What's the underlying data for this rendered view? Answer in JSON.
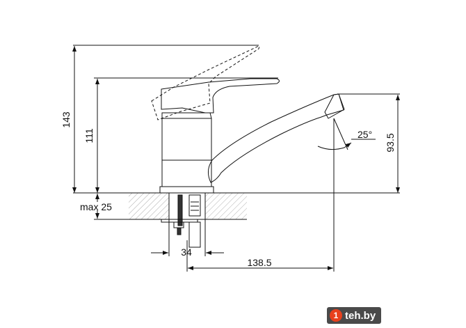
{
  "dimensions": {
    "total_height": "143",
    "body_height": "111",
    "spout_height": "93.5",
    "max_counter_thickness": "max 25",
    "mount_diameter": "34",
    "spout_reach": "138.5",
    "spout_angle": "25°"
  },
  "watermark": {
    "icon": "1",
    "text": "teh.by"
  },
  "colors": {
    "line": "#111111",
    "hatch": "#888888",
    "watermark_bg": "#4a4a4a",
    "logo": "#e8401c"
  }
}
